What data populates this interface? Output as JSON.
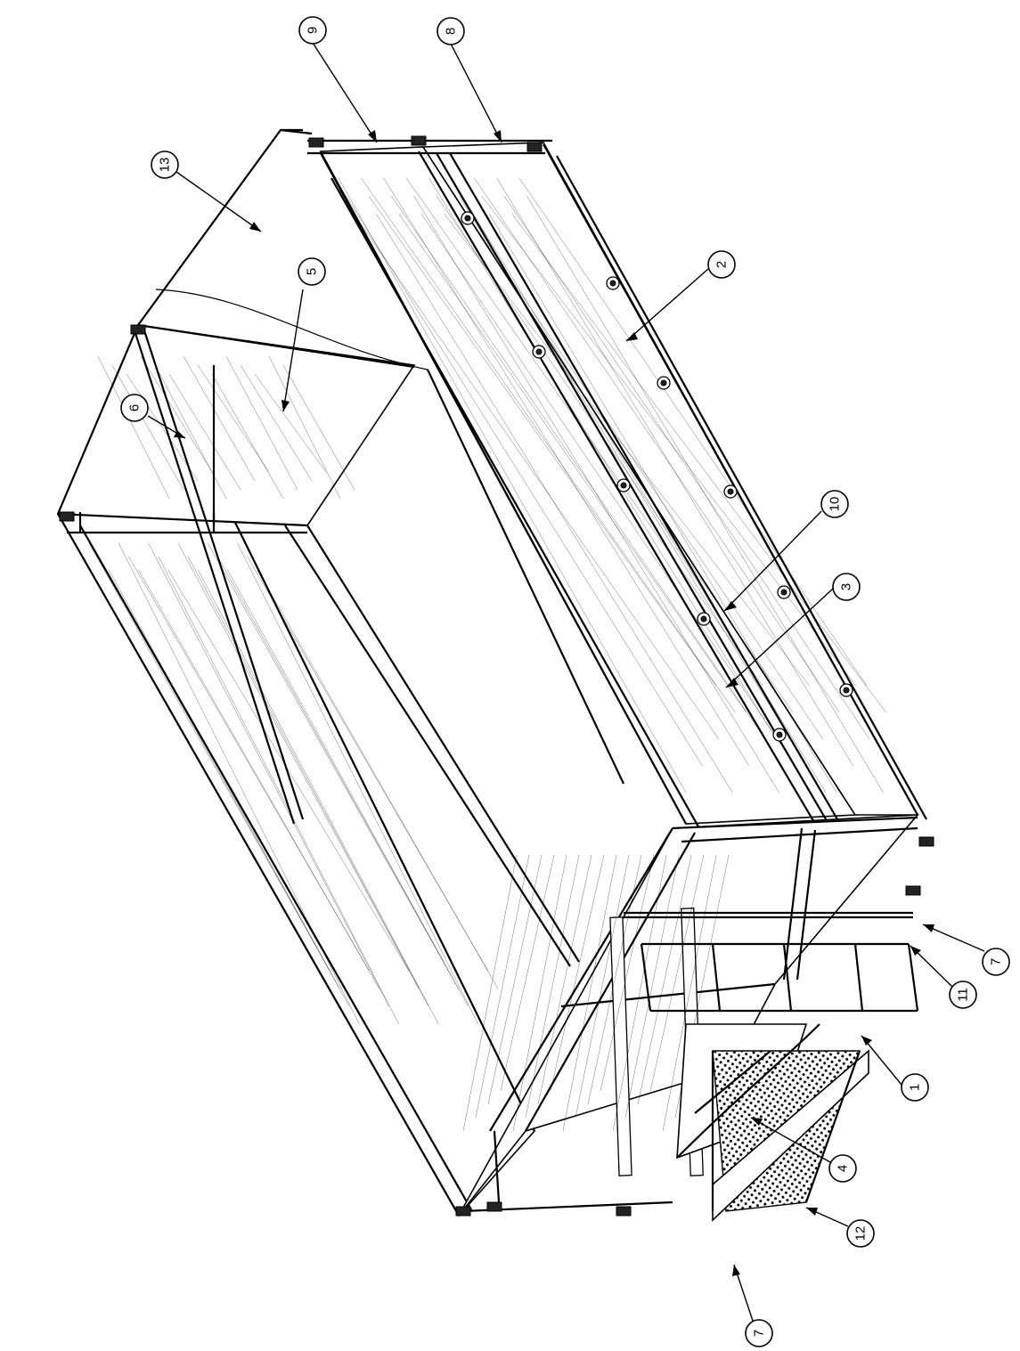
{
  "drawing": {
    "line_color": "#000000",
    "background": "#ffffff"
  },
  "callouts": [
    {
      "label": "1"
    },
    {
      "label": "2"
    },
    {
      "label": "3"
    },
    {
      "label": "4"
    },
    {
      "label": "5"
    },
    {
      "label": "6"
    },
    {
      "label": "7"
    },
    {
      "label": "7"
    },
    {
      "label": "8"
    },
    {
      "label": "9"
    },
    {
      "label": "10"
    },
    {
      "label": "11"
    },
    {
      "label": "12"
    },
    {
      "label": "13"
    }
  ]
}
